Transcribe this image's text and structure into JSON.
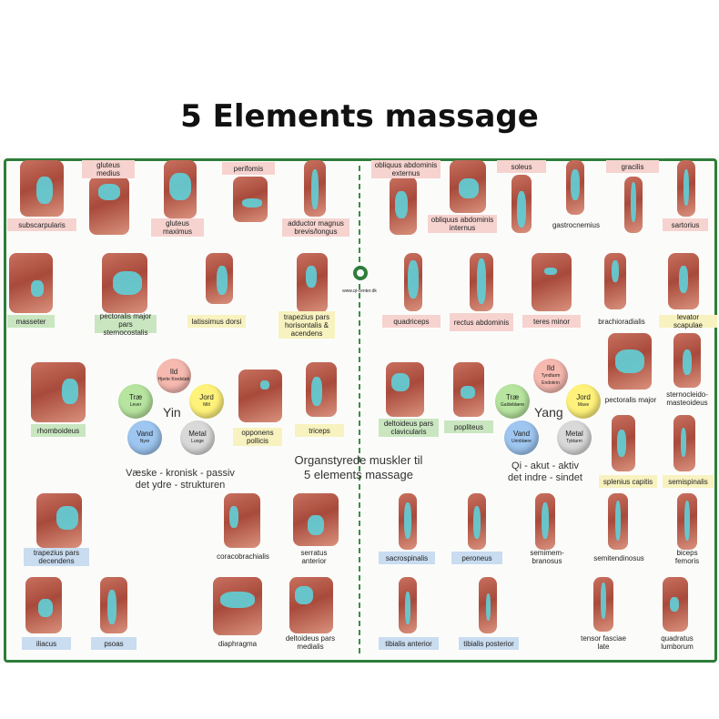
{
  "title": "5 Elements massage",
  "center": {
    "org_line1": "Organstyrede muskler til",
    "org_line2": "5 elements massage",
    "yin_line1": "Væske - kronisk - passiv",
    "yin_line2": "det ydre - strukturen",
    "yang_line1": "Qi - akut - aktiv",
    "yang_line2": "det indre - sindet",
    "logo_text": "www.qi-center.dk"
  },
  "yin_wheel": {
    "center": "Yin",
    "ild": {
      "name": "Ild",
      "organ": "Hjerte Kredsløb"
    },
    "jord": {
      "name": "Jord",
      "organ": "Milt"
    },
    "metal": {
      "name": "Metal",
      "organ": "Lunge"
    },
    "vand": {
      "name": "Vand",
      "organ": "Nyre"
    },
    "trae": {
      "name": "Træ",
      "organ": "Lever"
    }
  },
  "yang_wheel": {
    "center": "Yang",
    "ild": {
      "name": "Ild",
      "organ": "Tyndtarm Endokrin"
    },
    "jord": {
      "name": "Jord",
      "organ": "Mave"
    },
    "metal": {
      "name": "Metal",
      "organ": "Tyktarm"
    },
    "vand": {
      "name": "Vand",
      "organ": "Urinblære"
    },
    "trae": {
      "name": "Træ",
      "organ": "Galdeblære"
    }
  },
  "colors": {
    "fire": "#f6d3cf",
    "earth": "#f7f2bf",
    "metal": "#ffffff",
    "water": "#c9dcf0",
    "wood": "#c9e6c0",
    "frame": "#2e7d3a",
    "highlight": "#5fd0d8"
  },
  "muscles": {
    "subscapularis": "subscarpularis",
    "gluteus_medius": "gluteus medius",
    "gluteus_maximus": "gluteus maximus",
    "piriformis": "perifomis",
    "adductor": "adductor magnus brevis/longus",
    "obliquus_ext": "obliquus abdominis externus",
    "obliquus_int": "obliquus abdominis internus",
    "soleus": "soleus",
    "gastrocnemius": "gastrocnemius",
    "gracilis": "gracilis",
    "sartorius": "sartorius",
    "masseter": "masseter",
    "pectoralis_sterno": "pectoralis major pars sternocostalis",
    "latissimus": "latissimus dorsi",
    "trapezius_horis": "trapezius pars horisontalis & acendens",
    "quadriceps": "quadriceps",
    "rectus_abd": "rectus abdominis",
    "teres_minor": "teres minor",
    "brachioradialis": "brachioradialis",
    "levator": "levator scapulae",
    "rhomboideus": "rhomboideus",
    "opponens": "opponens pollicis",
    "triceps": "triceps",
    "deltoideus_clav": "deltoideus pars clavicularis",
    "popliteus": "popliteus",
    "pectoralis_major": "pectoralis major",
    "sternocleido": "sternocleido-masteoideus",
    "splenius": "splenius capitis",
    "semispinalis": "semispinalis",
    "trapezius_dec": "trapezius pars decendens",
    "coracobrachialis": "coracobrachialis",
    "serratus": "serratus anterior",
    "sacrospinalis": "sacrospinalis",
    "peroneus": "peroneus",
    "semimembranosus": "semimem-branosus",
    "semitendinosus": "semitendinosus",
    "biceps_femoris": "biceps femoris",
    "iliacus": "iliacus",
    "psoas": "psoas",
    "diaphragma": "diaphragma",
    "deltoideus_med": "deltoideus pars medialis",
    "tibialis_ant": "tibialis anterior",
    "tibialis_post": "tibialis posterior",
    "tensor": "tensor fasciae late",
    "quadratus": "quadratus lumborum"
  }
}
